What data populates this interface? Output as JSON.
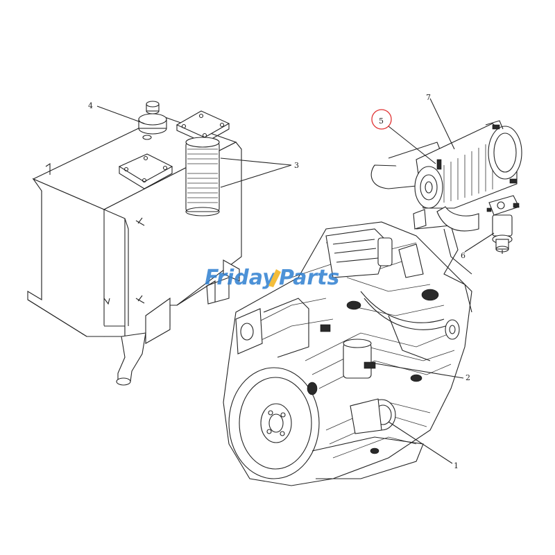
{
  "callouts": {
    "c1": "1",
    "c2": "2",
    "c3": "3",
    "c4": "4",
    "c5": "5",
    "c6": "6",
    "c7": "7"
  },
  "watermark": {
    "text_part1": "Friday",
    "text_part2": "Parts",
    "color_part1": "#2f7fd1",
    "color_part2": "#2f7fd1",
    "accent_color": "#f2b21a"
  },
  "highlight_color": "#e03030",
  "icons": {
    "hydraulic_tank": "hydraulic-tank-drawing",
    "engine": "engine-drawing",
    "air_cleaner": "air-cleaner-drawing",
    "fuel_filter": "fuel-filter-drawing"
  }
}
